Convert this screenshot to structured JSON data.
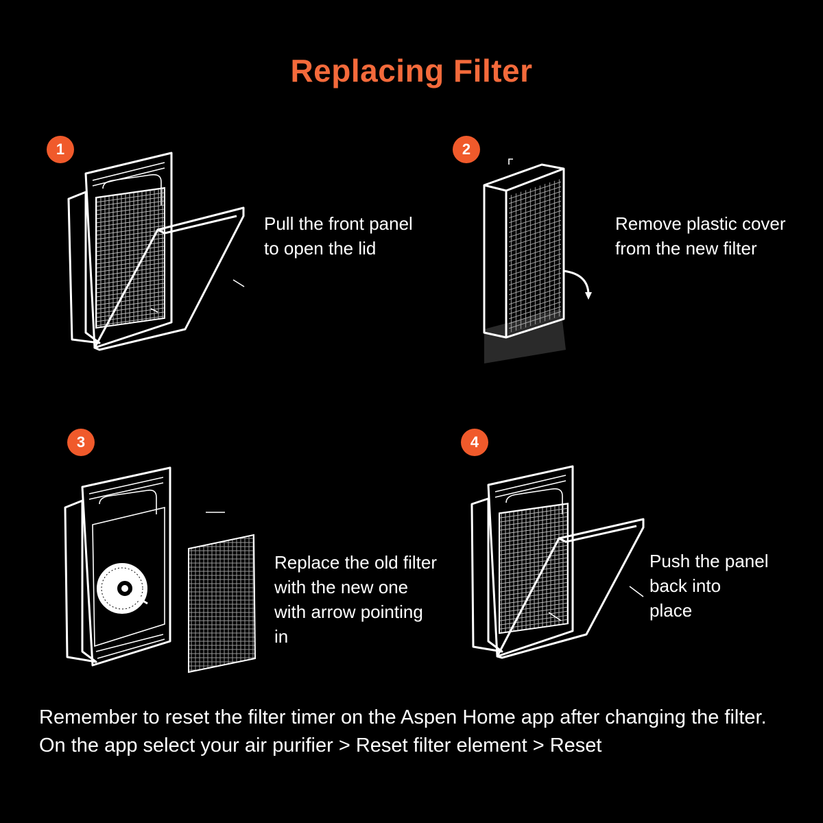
{
  "title": "Replacing Filter",
  "accent_color": "#f05a2b",
  "title_color": "#f46a3b",
  "steps": [
    {
      "number": "1",
      "text": "Pull the front panel\nto open the lid",
      "icon": "purifier-open-lid-icon"
    },
    {
      "number": "2",
      "text": "Remove plastic cover\nfrom the new filter",
      "icon": "filter-cover-icon"
    },
    {
      "number": "3",
      "text": "Replace the old filter\nwith the new one\nwith arrow pointing\nin",
      "icon": "purifier-filter-swap-icon"
    },
    {
      "number": "4",
      "text": "Push the panel\nback into\nplace",
      "icon": "purifier-close-lid-icon"
    }
  ],
  "footer": {
    "line1": "Remember to reset the filter timer on the Aspen Home app after changing the filter.",
    "line2": "On the app select your air purifier > Reset filter element > Reset"
  }
}
